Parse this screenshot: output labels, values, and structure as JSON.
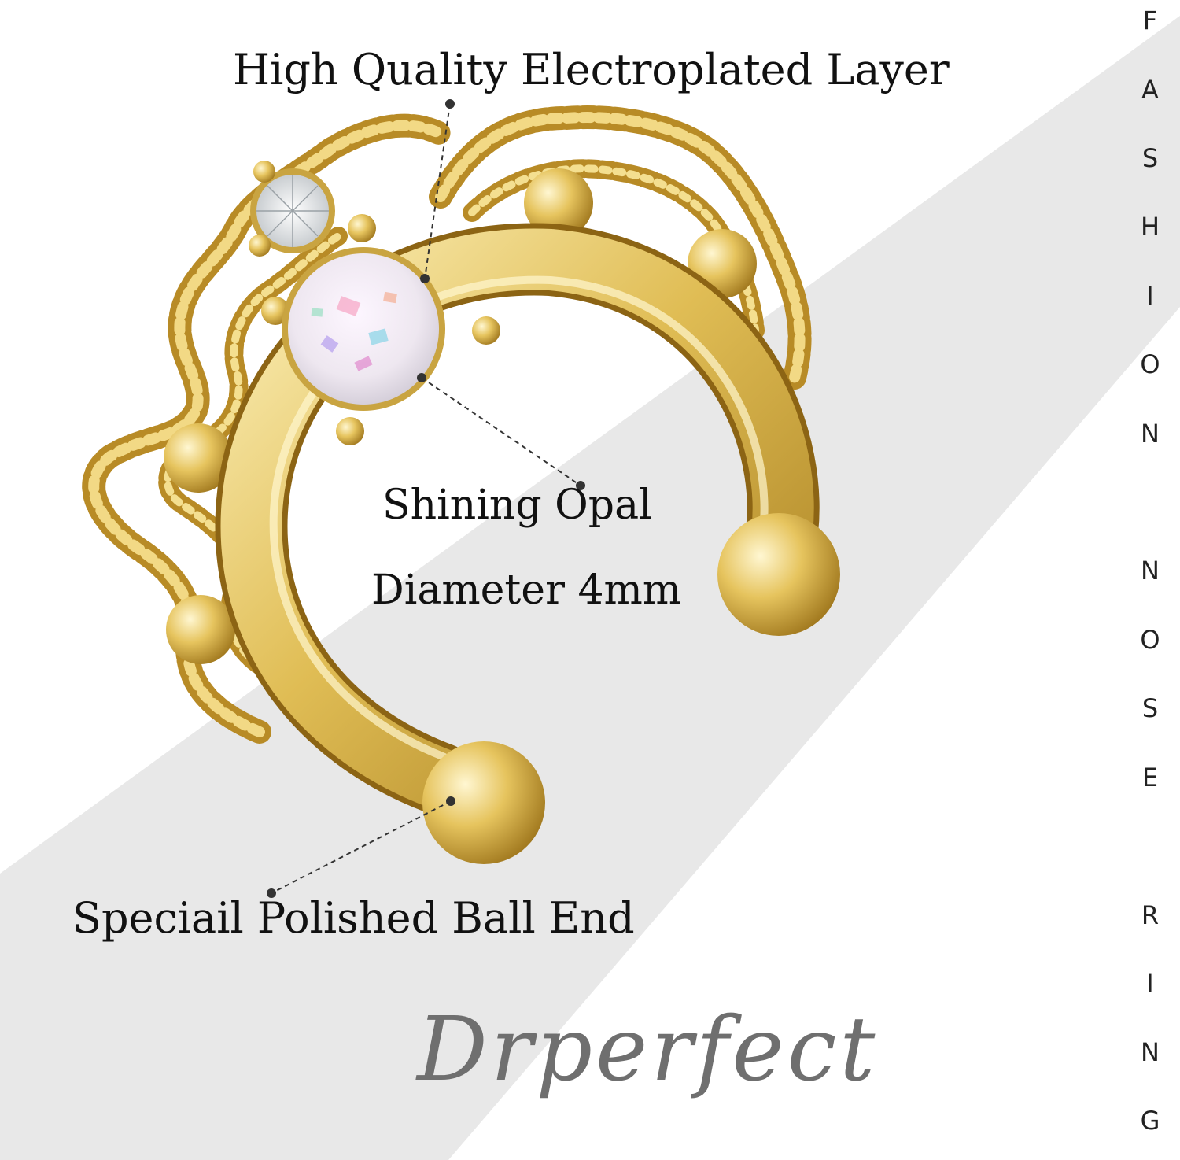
{
  "labels": {
    "electroplated": "High Quality Electroplated Layer",
    "opal_title": "Shining Opal",
    "opal_diameter": "Diameter 4mm",
    "ball_end": "Speciail Polished Ball End"
  },
  "brand": "Drperfect",
  "vertical_text": [
    "F",
    "A",
    "S",
    "H",
    "I",
    "O",
    "N",
    "",
    "N",
    "O",
    "S",
    "E",
    "",
    "R",
    "I",
    "N",
    "G"
  ],
  "colors": {
    "background": "#ffffff",
    "band": "#e8e8e8",
    "gold_light": "#f6e39a",
    "gold": "#d9b64a",
    "gold_dark": "#a67d1e",
    "opal": "#f2eef2",
    "text": "#111111",
    "brand": "#6f6f6f"
  }
}
